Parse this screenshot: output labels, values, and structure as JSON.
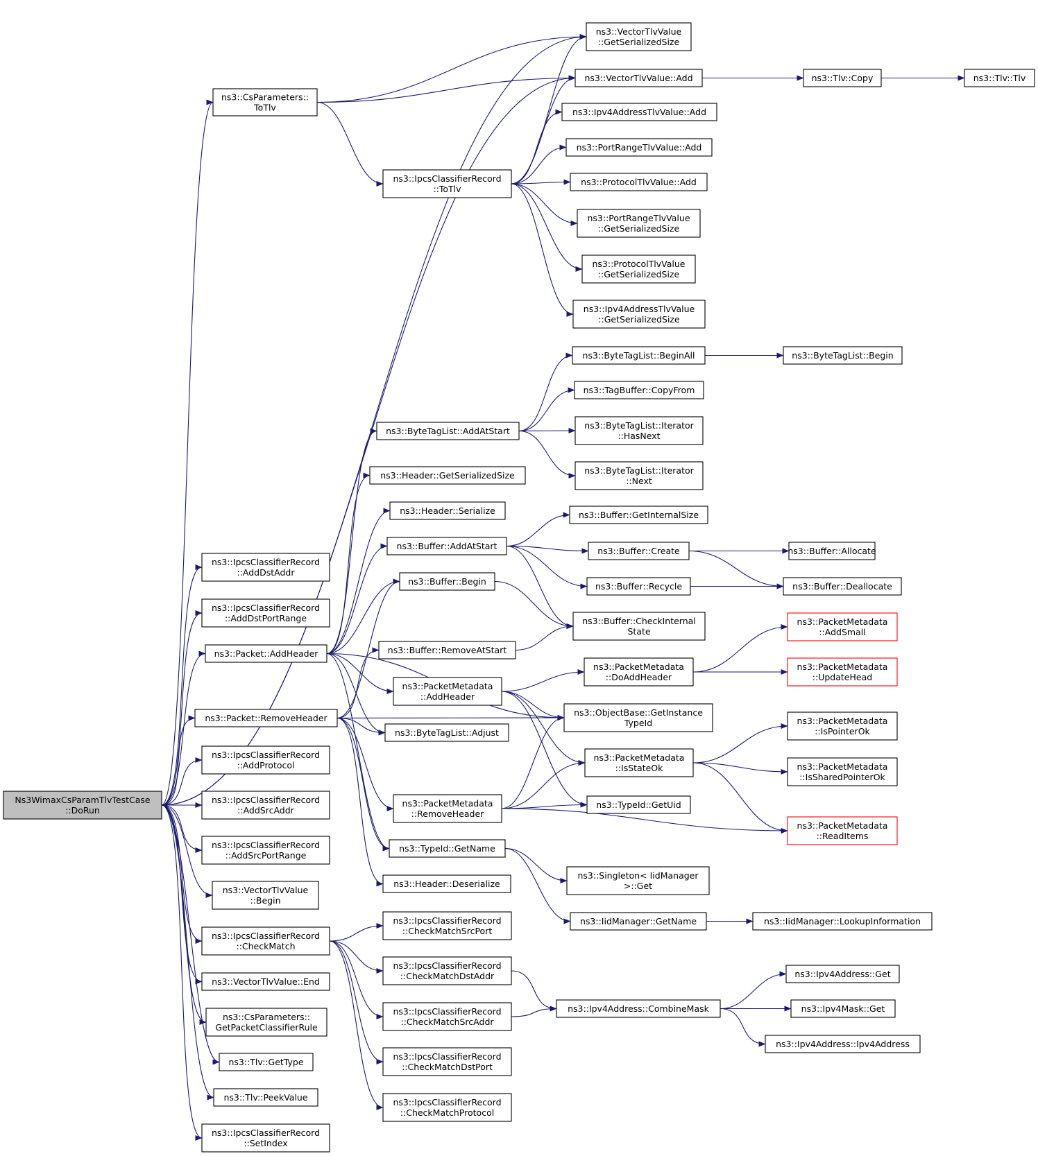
{
  "nodes": [
    {
      "id": "root",
      "lines": [
        "Ns3WimaxCsParamTlvTestCase",
        "::DoRun"
      ]
    },
    {
      "id": "cs_totlv",
      "lines": [
        "ns3::CsParameters::",
        "ToTlv"
      ]
    },
    {
      "id": "vec_getsz",
      "lines": [
        "ns3::VectorTlvValue",
        "::GetSerializedSize"
      ]
    },
    {
      "id": "vec_add",
      "lines": [
        "ns3::VectorTlvValue::Add"
      ]
    },
    {
      "id": "tlv_copy",
      "lines": [
        "ns3::Tlv::Copy"
      ]
    },
    {
      "id": "tlv_tlv",
      "lines": [
        "ns3::Tlv::Tlv"
      ]
    },
    {
      "id": "ipv4tlv_add",
      "lines": [
        "ns3::Ipv4AddressTlvValue::Add"
      ]
    },
    {
      "id": "prtlv_add",
      "lines": [
        "ns3::PortRangeTlvValue::Add"
      ]
    },
    {
      "id": "protlv_add",
      "lines": [
        "ns3::ProtocolTlvValue::Add"
      ]
    },
    {
      "id": "ipcs_totlv",
      "lines": [
        "ns3::IpcsClassifierRecord",
        "::ToTlv"
      ]
    },
    {
      "id": "prtlv_getsz",
      "lines": [
        "ns3::PortRangeTlvValue",
        "::GetSerializedSize"
      ]
    },
    {
      "id": "protlv_getsz",
      "lines": [
        "ns3::ProtocolTlvValue",
        "::GetSerializedSize"
      ]
    },
    {
      "id": "ipv4tlv_getsz",
      "lines": [
        "ns3::Ipv4AddressTlvValue",
        "::GetSerializedSize"
      ]
    },
    {
      "id": "btl_beginall",
      "lines": [
        "ns3::ByteTagList::BeginAll"
      ]
    },
    {
      "id": "btl_begin",
      "lines": [
        "ns3::ByteTagList::Begin"
      ]
    },
    {
      "id": "tagbuf_copy",
      "lines": [
        "ns3::TagBuffer::CopyFrom"
      ]
    },
    {
      "id": "btl_addstart",
      "lines": [
        "ns3::ByteTagList::AddAtStart"
      ]
    },
    {
      "id": "btl_hasnext",
      "lines": [
        "ns3::ByteTagList::Iterator",
        "::HasNext"
      ]
    },
    {
      "id": "btl_next",
      "lines": [
        "ns3::ByteTagList::Iterator",
        "::Next"
      ]
    },
    {
      "id": "hdr_getsz",
      "lines": [
        "ns3::Header::GetSerializedSize"
      ]
    },
    {
      "id": "hdr_ser",
      "lines": [
        "ns3::Header::Serialize"
      ]
    },
    {
      "id": "buf_intsz",
      "lines": [
        "ns3::Buffer::GetInternalSize"
      ]
    },
    {
      "id": "buf_addstart",
      "lines": [
        "ns3::Buffer::AddAtStart"
      ]
    },
    {
      "id": "buf_create",
      "lines": [
        "ns3::Buffer::Create"
      ]
    },
    {
      "id": "buf_alloc",
      "lines": [
        "ns3::Buffer::Allocate"
      ]
    },
    {
      "id": "buf_begin",
      "lines": [
        "ns3::Buffer::Begin"
      ]
    },
    {
      "id": "buf_recycle",
      "lines": [
        "ns3::Buffer::Recycle"
      ]
    },
    {
      "id": "buf_dealloc",
      "lines": [
        "ns3::Buffer::Deallocate"
      ]
    },
    {
      "id": "buf_check",
      "lines": [
        "ns3::Buffer::CheckInternal",
        "State"
      ]
    },
    {
      "id": "pkt_addhdr",
      "lines": [
        "ns3::Packet::AddHeader"
      ]
    },
    {
      "id": "buf_remstart",
      "lines": [
        "ns3::Buffer::RemoveAtStart"
      ]
    },
    {
      "id": "pm_addsmall",
      "lines": [
        "ns3::PacketMetadata",
        "::AddSmall"
      ],
      "truncated": true
    },
    {
      "id": "pm_doadd",
      "lines": [
        "ns3::PacketMetadata",
        "::DoAddHeader"
      ]
    },
    {
      "id": "pm_update",
      "lines": [
        "ns3::PacketMetadata",
        "::UpdateHead"
      ],
      "truncated": true
    },
    {
      "id": "pm_addhdr",
      "lines": [
        "ns3::PacketMetadata",
        "::AddHeader"
      ]
    },
    {
      "id": "ob_gettid",
      "lines": [
        "ns3::ObjectBase::GetInstance",
        "TypeId"
      ]
    },
    {
      "id": "pkt_remhdr",
      "lines": [
        "ns3::Packet::RemoveHeader"
      ]
    },
    {
      "id": "btl_adjust",
      "lines": [
        "ns3::ByteTagList::Adjust"
      ]
    },
    {
      "id": "pm_isptr",
      "lines": [
        "ns3::PacketMetadata",
        "::IsPointerOk"
      ]
    },
    {
      "id": "pm_isstate",
      "lines": [
        "ns3::PacketMetadata",
        "::IsStateOk"
      ]
    },
    {
      "id": "pm_isshared",
      "lines": [
        "ns3::PacketMetadata",
        "::IsSharedPointerOk"
      ]
    },
    {
      "id": "pm_remhdr",
      "lines": [
        "ns3::PacketMetadata",
        "::RemoveHeader"
      ]
    },
    {
      "id": "tid_getuid",
      "lines": [
        "ns3::TypeId::GetUid"
      ]
    },
    {
      "id": "pm_readitems",
      "lines": [
        "ns3::PacketMetadata",
        "::ReadItems"
      ],
      "truncated": true
    },
    {
      "id": "tid_getname",
      "lines": [
        "ns3::TypeId::GetName"
      ]
    },
    {
      "id": "singleton_get",
      "lines": [
        "ns3::Singleton< IidManager",
        ">::Get"
      ]
    },
    {
      "id": "hdr_deser",
      "lines": [
        "ns3::Header::Deserialize"
      ]
    },
    {
      "id": "iid_getname",
      "lines": [
        "ns3::IidManager::GetName"
      ]
    },
    {
      "id": "iid_lookup",
      "lines": [
        "ns3::IidManager::LookupInformation"
      ]
    },
    {
      "id": "ipcs_adddst",
      "lines": [
        "ns3::IpcsClassifierRecord",
        "::AddDstAddr"
      ]
    },
    {
      "id": "ipcs_adddstport",
      "lines": [
        "ns3::IpcsClassifierRecord",
        "::AddDstPortRange"
      ]
    },
    {
      "id": "ipcs_addproto",
      "lines": [
        "ns3::IpcsClassifierRecord",
        "::AddProtocol"
      ]
    },
    {
      "id": "ipcs_addsrc",
      "lines": [
        "ns3::IpcsClassifierRecord",
        "::AddSrcAddr"
      ]
    },
    {
      "id": "ipcs_addsrcport",
      "lines": [
        "ns3::IpcsClassifierRecord",
        "::AddSrcPortRange"
      ]
    },
    {
      "id": "vec_begin",
      "lines": [
        "ns3::VectorTlvValue",
        "::Begin"
      ]
    },
    {
      "id": "ipcs_check",
      "lines": [
        "ns3::IpcsClassifierRecord",
        "::CheckMatch"
      ]
    },
    {
      "id": "ipcs_cm_srcport",
      "lines": [
        "ns3::IpcsClassifierRecord",
        "::CheckMatchSrcPort"
      ]
    },
    {
      "id": "ipcs_cm_dstaddr",
      "lines": [
        "ns3::IpcsClassifierRecord",
        "::CheckMatchDstAddr"
      ]
    },
    {
      "id": "ipv4_get",
      "lines": [
        "ns3::Ipv4Address::Get"
      ]
    },
    {
      "id": "ipv4_combine",
      "lines": [
        "ns3::Ipv4Address::CombineMask"
      ]
    },
    {
      "id": "ipv4mask_get",
      "lines": [
        "ns3::Ipv4Mask::Get"
      ]
    },
    {
      "id": "ipcs_cm_srcaddr",
      "lines": [
        "ns3::IpcsClassifierRecord",
        "::CheckMatchSrcAddr"
      ]
    },
    {
      "id": "ipv4_ctor",
      "lines": [
        "ns3::Ipv4Address::Ipv4Address"
      ]
    },
    {
      "id": "vec_end",
      "lines": [
        "ns3::VectorTlvValue::End"
      ]
    },
    {
      "id": "cs_getrule",
      "lines": [
        "ns3::CsParameters::",
        "GetPacketClassifierRule"
      ]
    },
    {
      "id": "ipcs_cm_dstport",
      "lines": [
        "ns3::IpcsClassifierRecord",
        "::CheckMatchDstPort"
      ]
    },
    {
      "id": "tlv_gettype",
      "lines": [
        "ns3::Tlv::GetType"
      ]
    },
    {
      "id": "tlv_peek",
      "lines": [
        "ns3::Tlv::PeekValue"
      ]
    },
    {
      "id": "ipcs_cm_proto",
      "lines": [
        "ns3::IpcsClassifierRecord",
        "::CheckMatchProtocol"
      ]
    },
    {
      "id": "ipcs_setindex",
      "lines": [
        "ns3::IpcsClassifierRecord",
        "::SetIndex"
      ]
    }
  ],
  "edges": [
    [
      "root",
      "cs_totlv"
    ],
    [
      "root",
      "vec_getsz"
    ],
    [
      "root",
      "vec_add"
    ],
    [
      "root",
      "ipcs_adddst"
    ],
    [
      "root",
      "ipcs_adddstport"
    ],
    [
      "root",
      "pkt_addhdr"
    ],
    [
      "root",
      "pkt_remhdr"
    ],
    [
      "root",
      "ipcs_addproto"
    ],
    [
      "root",
      "ipcs_addsrc"
    ],
    [
      "root",
      "ipcs_addsrcport"
    ],
    [
      "root",
      "vec_begin"
    ],
    [
      "root",
      "ipcs_check"
    ],
    [
      "root",
      "vec_end"
    ],
    [
      "root",
      "cs_getrule"
    ],
    [
      "root",
      "tlv_gettype"
    ],
    [
      "root",
      "tlv_peek"
    ],
    [
      "root",
      "ipcs_setindex"
    ],
    [
      "cs_totlv",
      "vec_getsz"
    ],
    [
      "cs_totlv",
      "vec_add"
    ],
    [
      "cs_totlv",
      "ipcs_totlv"
    ],
    [
      "vec_add",
      "tlv_copy"
    ],
    [
      "tlv_copy",
      "tlv_tlv"
    ],
    [
      "ipcs_totlv",
      "vec_getsz"
    ],
    [
      "ipcs_totlv",
      "vec_add"
    ],
    [
      "ipcs_totlv",
      "ipv4tlv_add"
    ],
    [
      "ipcs_totlv",
      "prtlv_add"
    ],
    [
      "ipcs_totlv",
      "protlv_add"
    ],
    [
      "ipcs_totlv",
      "prtlv_getsz"
    ],
    [
      "ipcs_totlv",
      "protlv_getsz"
    ],
    [
      "ipcs_totlv",
      "ipv4tlv_getsz"
    ],
    [
      "btl_beginall",
      "btl_begin"
    ],
    [
      "btl_addstart",
      "btl_beginall"
    ],
    [
      "btl_addstart",
      "tagbuf_copy"
    ],
    [
      "btl_addstart",
      "btl_hasnext"
    ],
    [
      "btl_addstart",
      "btl_next"
    ],
    [
      "buf_addstart",
      "buf_intsz"
    ],
    [
      "buf_addstart",
      "buf_create"
    ],
    [
      "buf_addstart",
      "buf_recycle"
    ],
    [
      "buf_addstart",
      "buf_check"
    ],
    [
      "buf_create",
      "buf_alloc"
    ],
    [
      "buf_create",
      "buf_dealloc"
    ],
    [
      "buf_recycle",
      "buf_dealloc"
    ],
    [
      "buf_begin",
      "buf_check"
    ],
    [
      "buf_remstart",
      "buf_check"
    ],
    [
      "pkt_addhdr",
      "btl_addstart"
    ],
    [
      "pkt_addhdr",
      "hdr_getsz"
    ],
    [
      "pkt_addhdr",
      "hdr_ser"
    ],
    [
      "pkt_addhdr",
      "buf_addstart"
    ],
    [
      "pkt_addhdr",
      "buf_begin"
    ],
    [
      "pkt_addhdr",
      "ob_gettid"
    ],
    [
      "pkt_addhdr",
      "pm_addhdr"
    ],
    [
      "pkt_addhdr",
      "btl_adjust"
    ],
    [
      "pkt_addhdr",
      "tid_getname"
    ],
    [
      "pkt_remhdr",
      "buf_begin"
    ],
    [
      "pkt_remhdr",
      "buf_remstart"
    ],
    [
      "pkt_remhdr",
      "btl_adjust"
    ],
    [
      "pkt_remhdr",
      "ob_gettid"
    ],
    [
      "pkt_remhdr",
      "pm_remhdr"
    ],
    [
      "pkt_remhdr",
      "tid_getname"
    ],
    [
      "pkt_remhdr",
      "hdr_deser"
    ],
    [
      "pm_addhdr",
      "pm_doadd"
    ],
    [
      "pm_addhdr",
      "ob_gettid"
    ],
    [
      "pm_addhdr",
      "pm_isstate"
    ],
    [
      "pm_addhdr",
      "tid_getuid"
    ],
    [
      "pm_doadd",
      "pm_addsmall"
    ],
    [
      "pm_doadd",
      "pm_update"
    ],
    [
      "pm_isstate",
      "pm_isptr"
    ],
    [
      "pm_isstate",
      "pm_isshared"
    ],
    [
      "pm_isstate",
      "pm_readitems"
    ],
    [
      "pm_remhdr",
      "ob_gettid"
    ],
    [
      "pm_remhdr",
      "pm_isstate"
    ],
    [
      "pm_remhdr",
      "tid_getuid"
    ],
    [
      "pm_remhdr",
      "pm_readitems"
    ],
    [
      "tid_getname",
      "singleton_get"
    ],
    [
      "tid_getname",
      "iid_getname"
    ],
    [
      "iid_getname",
      "iid_lookup"
    ],
    [
      "ipcs_check",
      "ipcs_cm_srcport"
    ],
    [
      "ipcs_check",
      "ipcs_cm_dstaddr"
    ],
    [
      "ipcs_check",
      "ipcs_cm_srcaddr"
    ],
    [
      "ipcs_check",
      "ipcs_cm_dstport"
    ],
    [
      "ipcs_check",
      "ipcs_cm_proto"
    ],
    [
      "ipcs_cm_dstaddr",
      "ipv4_combine"
    ],
    [
      "ipcs_cm_srcaddr",
      "ipv4_combine"
    ],
    [
      "ipv4_combine",
      "ipv4_get"
    ],
    [
      "ipv4_combine",
      "ipv4mask_get"
    ],
    [
      "ipv4_combine",
      "ipv4_ctor"
    ]
  ]
}
